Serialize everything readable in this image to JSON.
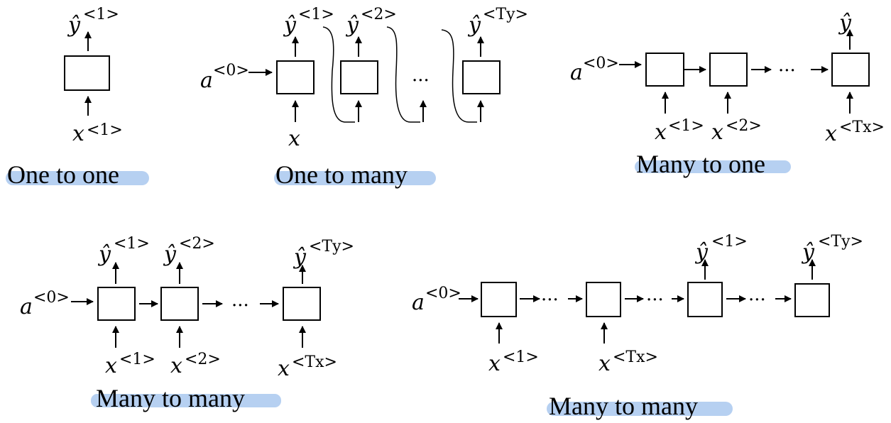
{
  "labels": {
    "x": "x",
    "y_hat": "ŷ",
    "a": "a",
    "ellipsis": "···",
    "sup_1": "<1>",
    "sup_2": "<2>",
    "sup_0": "<0>",
    "sup_Ty": "<Ty>",
    "sup_Tx": "<Tx>"
  },
  "titles": {
    "one_to_one": "One to one",
    "one_to_many": "One to many",
    "many_to_one": "Many to one",
    "many_to_many_sync": "Many to many",
    "many_to_many_encdec": "Many to many"
  },
  "highlight_color": "#a9c8ef"
}
